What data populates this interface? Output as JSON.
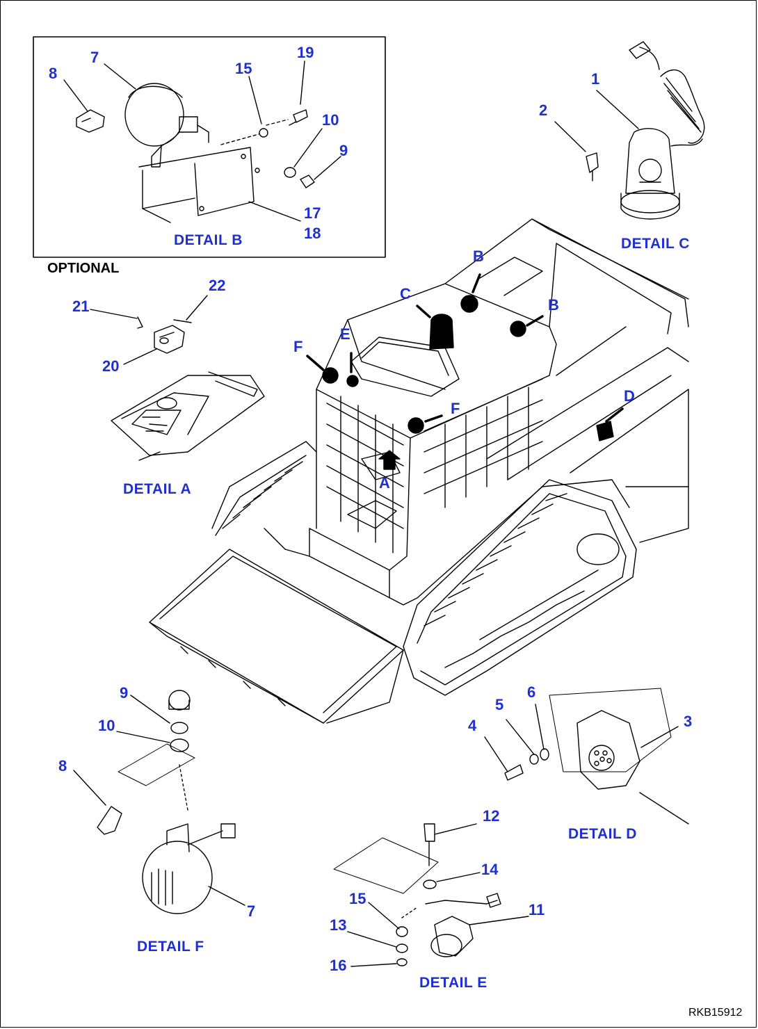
{
  "optional_label": "OPTIONAL",
  "drawing_code": "RKB15912",
  "details": {
    "a": "DETAIL A",
    "b": "DETAIL B",
    "c": "DETAIL C",
    "d": "DETAIL D",
    "e": "DETAIL E",
    "f": "DETAIL F"
  },
  "view_letters": {
    "a": "A",
    "b1": "B",
    "b2": "B",
    "c": "C",
    "d": "D",
    "e": "E",
    "f1": "F",
    "f2": "F"
  },
  "parts": {
    "p1": "1",
    "p2": "2",
    "p3": "3",
    "p4": "4",
    "p5": "5",
    "p6": "6",
    "p7b": "7",
    "p7f": "7",
    "p8b": "8",
    "p8f": "8",
    "p9b": "9",
    "p9f": "9",
    "p10b": "10",
    "p10f": "10",
    "p11": "11",
    "p12": "12",
    "p13": "13",
    "p14": "14",
    "p15b": "15",
    "p15e": "15",
    "p16": "16",
    "p17": "17",
    "p18": "18",
    "p19": "19",
    "p20": "20",
    "p21": "21",
    "p22": "22"
  }
}
